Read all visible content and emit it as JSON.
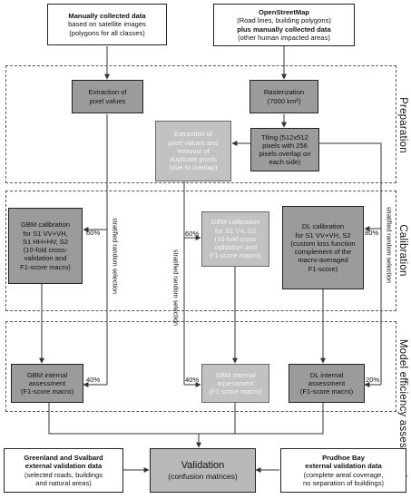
{
  "sections": {
    "preparation": "Preparation",
    "calibration": "Calibration",
    "model_efficiency": "Model efficiency assessment"
  },
  "boxes": {
    "manual_data": {
      "line1": "Manually collected data",
      "line2": "based on satellite images",
      "line3": "(polygons for all classes)"
    },
    "osm_data": {
      "line1": "OpenStreetMap",
      "line2": "(Road lines, building polygons)",
      "line3": "plus manually collected data",
      "line4": "(other human impacted areas)"
    },
    "extraction_pixel": {
      "line1": "Extraction of",
      "line2": "pixel values"
    },
    "rasterization": {
      "line1": "Rasterization",
      "line2": "(7000 km²)"
    },
    "extraction_dup": {
      "line1": "Extraction of",
      "line2": "pixel values and",
      "line3": "removal of",
      "line4": "duplicate pixels",
      "line5": "(due to overlap)"
    },
    "tiling": {
      "line1": "Tiling (512x512",
      "line2": "pixels with 256",
      "line3": "pixels overlap on",
      "line4": "each side)"
    },
    "gbm_cal_1": {
      "line1": "GBM calibration",
      "line2": "for S1 VV+VH,",
      "line3": "S1 HH+HV, S2",
      "line4": "(10-fold cross-",
      "line5": "validation and",
      "line6": "F1-score macro)"
    },
    "gbm_cal_2": {
      "line1": "GBM calibration",
      "line2": "for S1 VV, S2",
      "line3": "(10-fold cross",
      "line4": "validation and",
      "line5": "F1-score macro)"
    },
    "dl_cal": {
      "line1": "DL calibration",
      "line2": "for S1 VV+VH, S2",
      "line3": "(custom loss function",
      "line4": "complement of the",
      "line5": "macro-averaged",
      "line6": "F1-score)"
    },
    "gbm_int_1": {
      "line1": "GBM internal",
      "line2": "assessment",
      "line3": "(F1-score macro)"
    },
    "gbm_int_2": {
      "line1": "GBM internal",
      "line2": "assessment",
      "line3": "(F1-score macro)"
    },
    "dl_int": {
      "line1": "DL internal",
      "line2": "assessment",
      "line3": "(F1-score macro)"
    },
    "greenland": {
      "line1": "Greenland and Svalbard",
      "line2": "external validation data",
      "line3": "(selected roads, buildings",
      "line4": "and natural areas)"
    },
    "validation": {
      "line1": "Validation",
      "line2": "(confusion matrices)"
    },
    "prudhoe": {
      "line1": "Prudhoe Bay",
      "line2": "external validation data",
      "line3": "(complete areal coverage,",
      "line4": "no separation of buildings)"
    }
  },
  "edge_labels": {
    "stratified_1": "stratified random selection",
    "stratified_2": "stratified random selection",
    "stratified_3": "stratified random selection",
    "pct_60_a": "60%",
    "pct_60_b": "60%",
    "pct_80": "80%",
    "pct_40_a": "40%",
    "pct_40_b": "40%",
    "pct_20": "20%"
  }
}
